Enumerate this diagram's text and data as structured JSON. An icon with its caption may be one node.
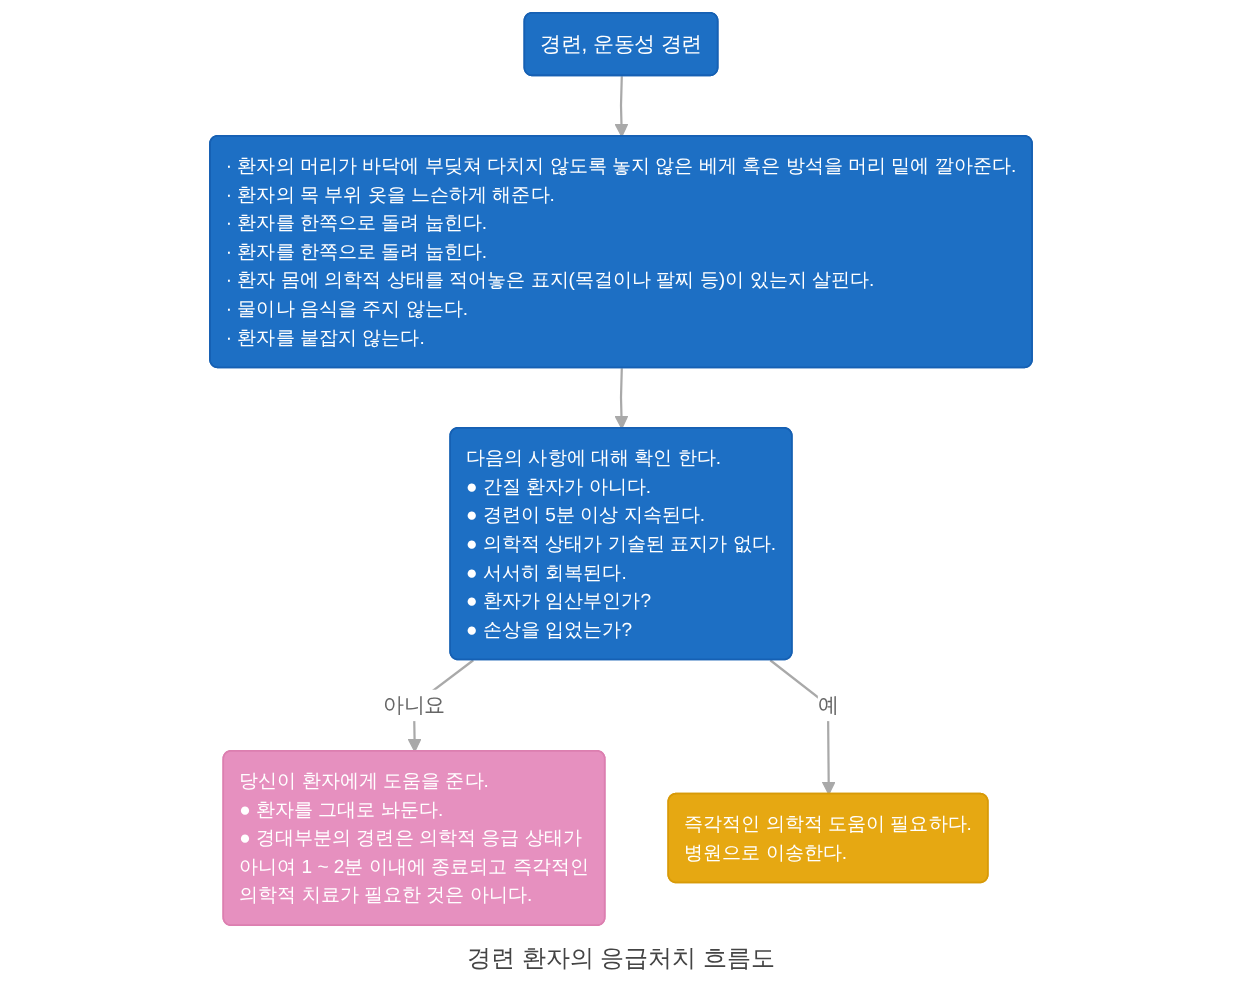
{
  "diagram": {
    "caption": "경련 환자의 응급처치 흐름도",
    "nodes": [
      {
        "text": [
          "경련, 운동성 경련"
        ]
      },
      {
        "text": [
          "· 환자의 머리가 바닥에 부딪쳐 다치지 않도록 놓지 않은 베게 혹은 방석을 머리 밑에 깔아준다.",
          "· 환자의 목 부위 옷을 느슨하게 해준다.",
          "· 환자를 한쪽으로 돌려 눕힌다.",
          "· 환자를 한쪽으로 돌려 눕힌다.",
          "· 환자 몸에 의학적 상태를 적어놓은 표지(목걸이나 팔찌 등)이 있는지 살핀다.",
          "· 물이나 음식을 주지 않는다.",
          "· 환자를 붙잡지 않는다."
        ]
      },
      {
        "text": [
          "다음의 사항에 대해 확인 한다.",
          "● 간질 환자가 아니다.",
          "● 경련이 5분 이상 지속된다.",
          "● 의학적 상태가 기술된 표지가 없다.",
          "● 서서히 회복된다.",
          "● 환자가 임산부인가?",
          "● 손상을 입었는가?"
        ]
      },
      {
        "text": [
          "당신이 환자에게 도움을 준다.",
          "● 환자를 그대로 놔둔다.",
          "● 경대부분의 경련은 의학적 응급 상태가 아니여 1 ~ 2분 이내에 종료되고 즉각적인 의학적 치료가 필요한 것은 아니다."
        ]
      },
      {
        "text": [
          "즉각적인 의학적 도움이 필요하다.",
          "병원으로 이송한다."
        ]
      }
    ],
    "edges": [
      {
        "from": 0,
        "to": 1,
        "arrow": "to"
      },
      {
        "from": 1,
        "to": 2,
        "arrow": "to"
      },
      {
        "from": 2,
        "to": 3,
        "arrow": "to",
        "label": "아니요"
      },
      {
        "from": 2,
        "to": 4,
        "arrow": "to",
        "label": "예"
      }
    ]
  }
}
